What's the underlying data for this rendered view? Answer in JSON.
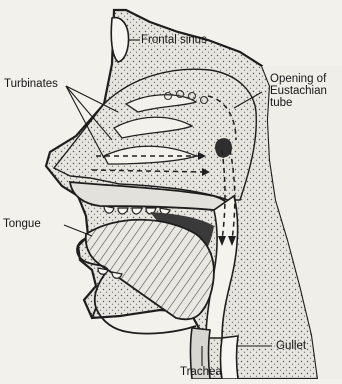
{
  "figure": {
    "labels": {
      "frontal_sinus": "Frontal sinus",
      "turbinates": "Turbinates",
      "eustachian": [
        "Opening of",
        "Eustachian",
        "tube"
      ],
      "tongue": "Tongue",
      "gullet": "Gullet",
      "trachea": "Trachea"
    }
  },
  "colors": {
    "ink": "#161616",
    "paper": "#f2f1ec",
    "stipple_fill": "#d2d1cb",
    "dark_fill": "#3a3a3a"
  }
}
